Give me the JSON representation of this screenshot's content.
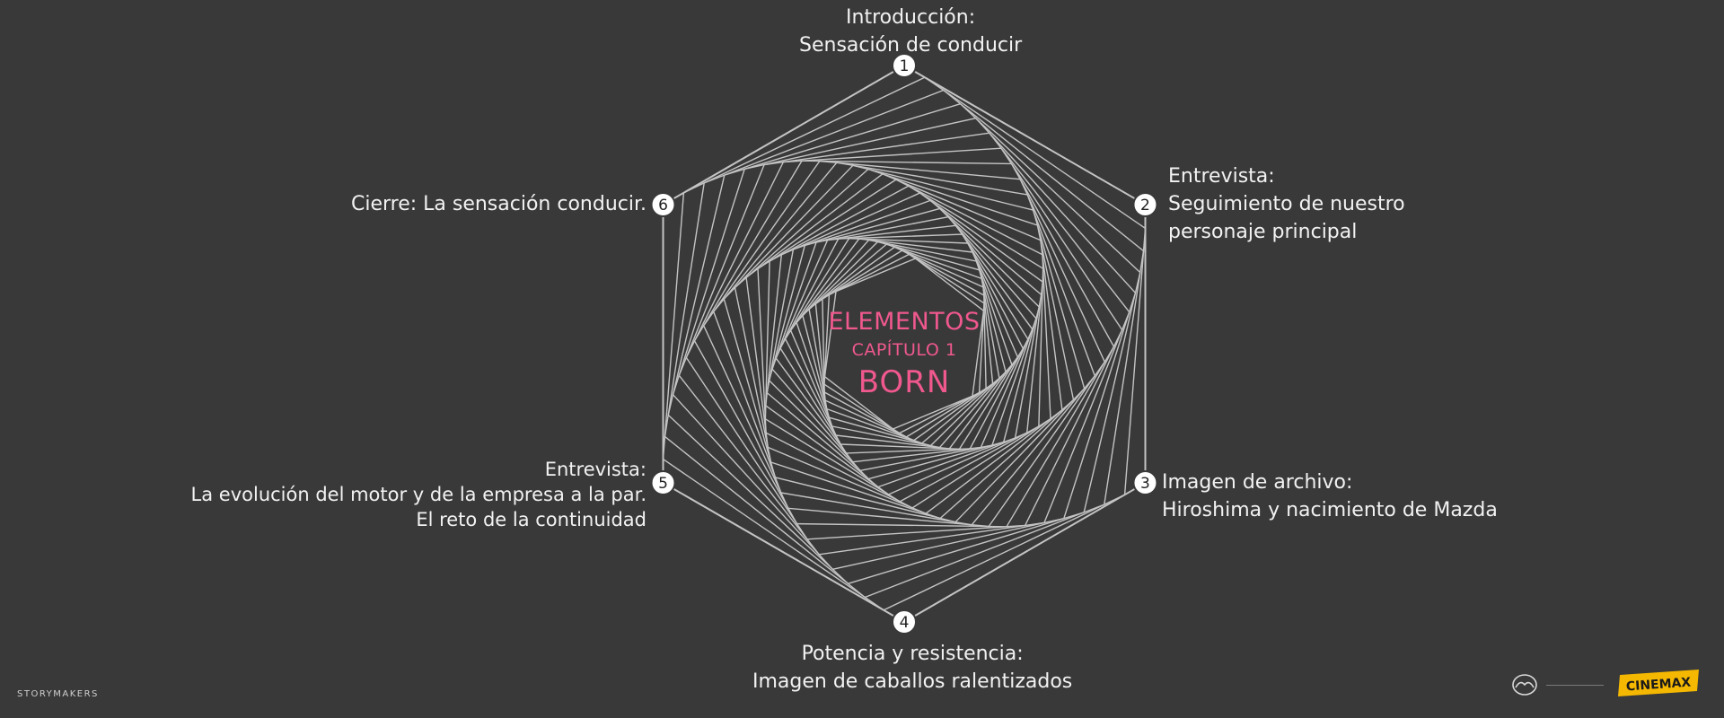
{
  "center": {
    "line1": "ELEMENTOS",
    "line2": "CAPÍTULO 1",
    "line3": "BORN",
    "color": "#f0588e"
  },
  "nodes": [
    {
      "number": "1",
      "lines": [
        "Introducción:",
        "Sensación de conducir"
      ]
    },
    {
      "number": "2",
      "lines": [
        "Entrevista:",
        "Seguimiento de nuestro",
        "personaje principal"
      ]
    },
    {
      "number": "3",
      "lines": [
        "Imagen de archivo:",
        "Hiroshima y nacimiento de Mazda"
      ]
    },
    {
      "number": "4",
      "lines": [
        "Potencia y resistencia:",
        "Imagen de caballos ralentizados"
      ]
    },
    {
      "number": "5",
      "lines": [
        "Entrevista:",
        "La evolución del motor y de la empresa a la par.",
        "El reto de la continuidad"
      ]
    },
    {
      "number": "6",
      "lines": [
        "Cierre: La sensación conducir."
      ]
    }
  ],
  "footer": {
    "brand": "STORYMAKERS",
    "partner": "CINEMAX",
    "logo_icon": "mazda-logo-icon"
  },
  "colors": {
    "background": "#393939",
    "lines": "#c4c4c4",
    "text": "#f2f2f2"
  }
}
